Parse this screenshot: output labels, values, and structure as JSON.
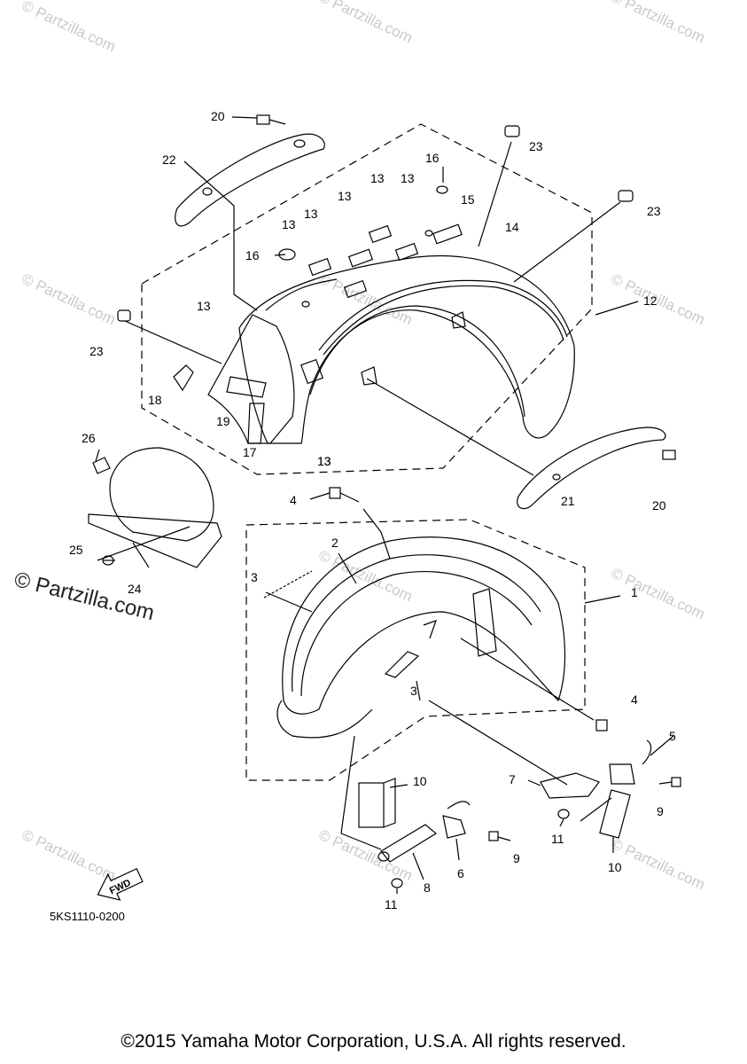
{
  "watermark": "© Partzilla.com",
  "callouts": [
    "20",
    "22",
    "16",
    "13",
    "13",
    "13",
    "13",
    "13",
    "15",
    "14",
    "23",
    "23",
    "16",
    "13",
    "12",
    "23",
    "13",
    "18",
    "19",
    "17",
    "13",
    "26",
    "4",
    "2",
    "3",
    "1",
    "3",
    "25",
    "24",
    "21",
    "20",
    "4",
    "5",
    "7",
    "9",
    "10",
    "9",
    "11",
    "10",
    "6",
    "8",
    "11"
  ],
  "fwd_label": "FWD",
  "part_code": "5KS1110-0200",
  "copyright": "©2015 Yamaha Motor Corporation, U.S.A. All rights reserved."
}
